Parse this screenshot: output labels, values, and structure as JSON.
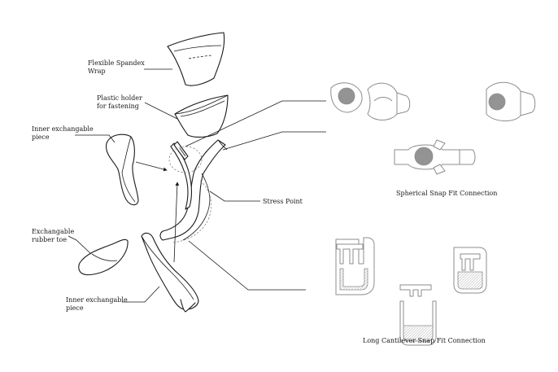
{
  "labels": {
    "spandex": [
      "Flexible Spandex",
      "Wrap"
    ],
    "holder": [
      "Plastic holder",
      "for fastening"
    ],
    "inner_top": [
      "Inner exchangable",
      "piece"
    ],
    "stress": "Stress Point",
    "toe": [
      "Exchangable",
      "rubber toe"
    ],
    "inner_bottom": [
      "Inner exchangable",
      "piece"
    ],
    "spherical": "Spherical Snap Fit Connection",
    "cantilever": "Long Cantilever Snap Fit Connection"
  },
  "colors": {
    "ink": "#1a1a1a",
    "detail_grey": "#8c8c8c",
    "hatch": "#9a9a9a",
    "background": "#ffffff"
  }
}
